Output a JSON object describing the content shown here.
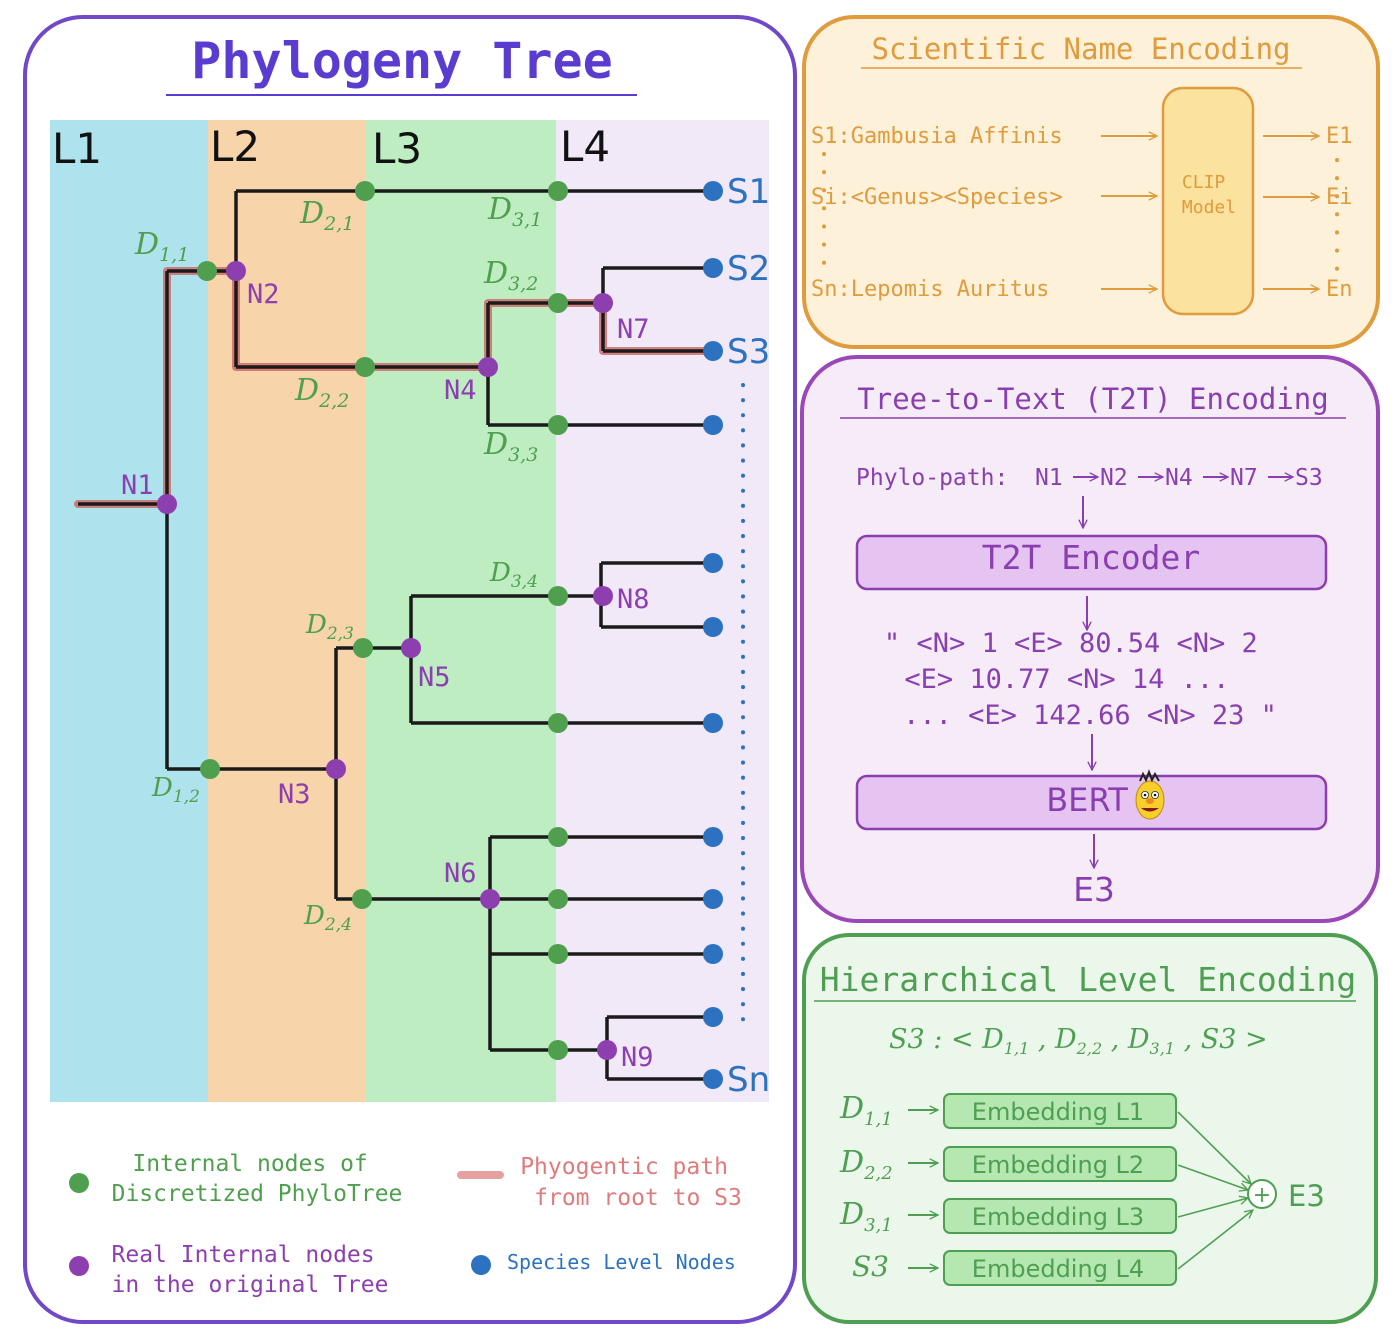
{
  "phylogeny": {
    "title": "Phylogeny Tree",
    "levels": [
      "L1",
      "L2",
      "L3",
      "L4"
    ],
    "internal_nodes": [
      "N1",
      "N2",
      "N3",
      "N4",
      "N5",
      "N6",
      "N7",
      "N8",
      "N9"
    ],
    "species": [
      "S1",
      "S2",
      "S3",
      "Sn"
    ],
    "discretized_nodes": [
      {
        "b": "D",
        "s": "1,1"
      },
      {
        "b": "D",
        "s": "1,2"
      },
      {
        "b": "D",
        "s": "2,1"
      },
      {
        "b": "D",
        "s": "2,2"
      },
      {
        "b": "D",
        "s": "2,3"
      },
      {
        "b": "D",
        "s": "2,4"
      },
      {
        "b": "D",
        "s": "3,1"
      },
      {
        "b": "D",
        "s": "3,2"
      },
      {
        "b": "D",
        "s": "3,3"
      },
      {
        "b": "D",
        "s": "3,4"
      }
    ],
    "legend": {
      "green_line1": "Internal nodes of",
      "green_line2": "Discretized PhyloTree",
      "path_line1": "Phyogentic path",
      "path_line2": "from root to S3",
      "purple_line1": "Real Internal nodes",
      "purple_line2": "in the original Tree",
      "blue": "Species Level Nodes"
    }
  },
  "sci_name": {
    "title": "Scientific Name Encoding",
    "inputs": [
      "S1:Gambusia Affinis",
      "Si:<Genus><Species>",
      "Sn:Lepomis Auritus"
    ],
    "model_line1": "CLIP",
    "model_line2": "Model",
    "outputs": [
      "E1",
      "Ei",
      "En"
    ]
  },
  "t2t": {
    "title": "Tree-to-Text (T2T) Encoding",
    "path_label": "Phylo-path:",
    "path_nodes": [
      "N1",
      "N2",
      "N4",
      "N7",
      "S3"
    ],
    "encoder": "T2T Encoder",
    "text_line1": "\" <N> 1 <E> 80.54 <N> 2",
    "text_line2": "<E> 10.77 <N> 14 ...",
    "text_line3": "... <E> 142.66 <N> 23 \"",
    "bert": "BERT",
    "output": "E3"
  },
  "hle": {
    "title": "Hierarchical Level Encoding",
    "seq_label": "S3 :",
    "sequence": [
      {
        "b": "D",
        "s": "1,1"
      },
      {
        "b": "D",
        "s": "2,2"
      },
      {
        "b": "D",
        "s": "3,1"
      },
      {
        "b": "S3",
        "s": ""
      }
    ],
    "embeddings": [
      "Embedding L1",
      "Embedding L2",
      "Embedding L3",
      "Embedding L4"
    ],
    "plus": "+",
    "output": "E3"
  },
  "colors": {
    "l1": "#aee3ee",
    "l2": "#f7d4aa",
    "l3": "#bdedc1",
    "l4": "#f1e8f8",
    "purple_border": "#7048c8",
    "orange_border": "#e09b3c",
    "violet_border": "#9a48b8",
    "green_border": "#4f9f53",
    "green_node": "#4f9f4f",
    "purple_node": "#8d3fb0",
    "blue_node": "#2d72c0",
    "path": "#ce6c6c"
  }
}
